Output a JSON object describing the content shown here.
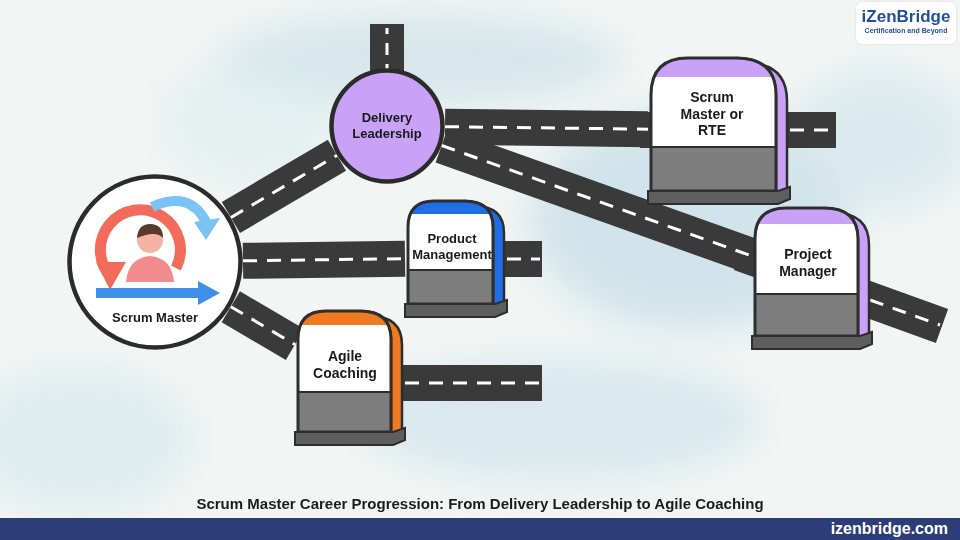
{
  "diagram": {
    "caption": "Scrum Master Career Progression: From Delivery Leadership to Agile Coaching",
    "nodes": [
      {
        "text": [
          "Scrum Master"
        ]
      },
      {
        "text": [
          "Delivery Leadership"
        ]
      },
      {
        "text": [
          "Scrum Master or RTE"
        ]
      },
      {
        "text": [
          "Project Manager"
        ]
      },
      {
        "text": [
          "Product Management"
        ]
      },
      {
        "text": [
          "Agile Coaching"
        ]
      }
    ],
    "edges": [
      {
        "from": 0,
        "to": 1,
        "arrow": "none"
      },
      {
        "from": 1,
        "to": 2,
        "arrow": "none"
      },
      {
        "from": 1,
        "to": 3,
        "arrow": "none"
      },
      {
        "from": 0,
        "to": 4,
        "arrow": "none"
      },
      {
        "from": 0,
        "to": 5,
        "arrow": "none"
      }
    ],
    "labels": [
      "iZenBridge",
      "Certification and Beyond",
      "izenbridge.com"
    ]
  }
}
